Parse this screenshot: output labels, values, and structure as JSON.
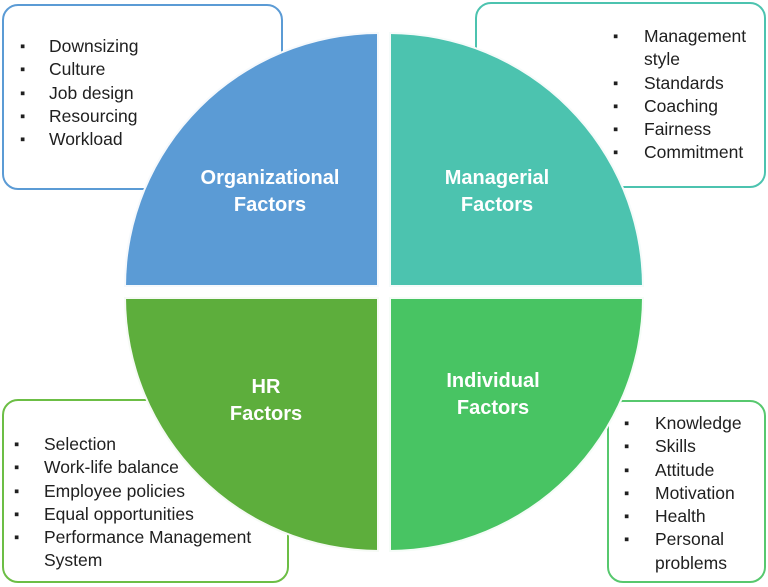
{
  "colors": {
    "organizational": "#5B9BD5",
    "managerial": "#4CC3AF",
    "hr": "#5DAE3C",
    "individual": "#48C463",
    "organizational_box_border": "#5B9BD5",
    "managerial_box_border": "#4CC3AF",
    "hr_box_border": "#6CBE45",
    "individual_box_border": "#57C86E",
    "title_text": "#FFFFFF",
    "list_text": "#202020",
    "background": "#FFFFFF"
  },
  "glyphs": {
    "bullet": "▪"
  },
  "quadrants": {
    "organizational": {
      "title_line1": "Organizational",
      "title_line2": "Factors"
    },
    "managerial": {
      "title_line1": "Managerial",
      "title_line2": "Factors"
    },
    "hr": {
      "title_line1": "HR",
      "title_line2": "Factors"
    },
    "individual": {
      "title_line1": "Individual",
      "title_line2": "Factors"
    }
  },
  "lists": {
    "organizational": {
      "items": [
        "Downsizing",
        "Culture",
        "Job design",
        "Resourcing",
        "Workload"
      ]
    },
    "managerial": {
      "items": [
        "Management style",
        "Standards",
        "Coaching",
        "Fairness",
        "Commitment"
      ]
    },
    "hr": {
      "items": [
        "Selection",
        "Work-life balance",
        "Employee policies",
        "Equal opportunities",
        "Performance Management System"
      ]
    },
    "individual": {
      "items": [
        "Knowledge",
        "Skills",
        "Attitude",
        "Motivation",
        "Health",
        "Personal problems"
      ]
    }
  }
}
